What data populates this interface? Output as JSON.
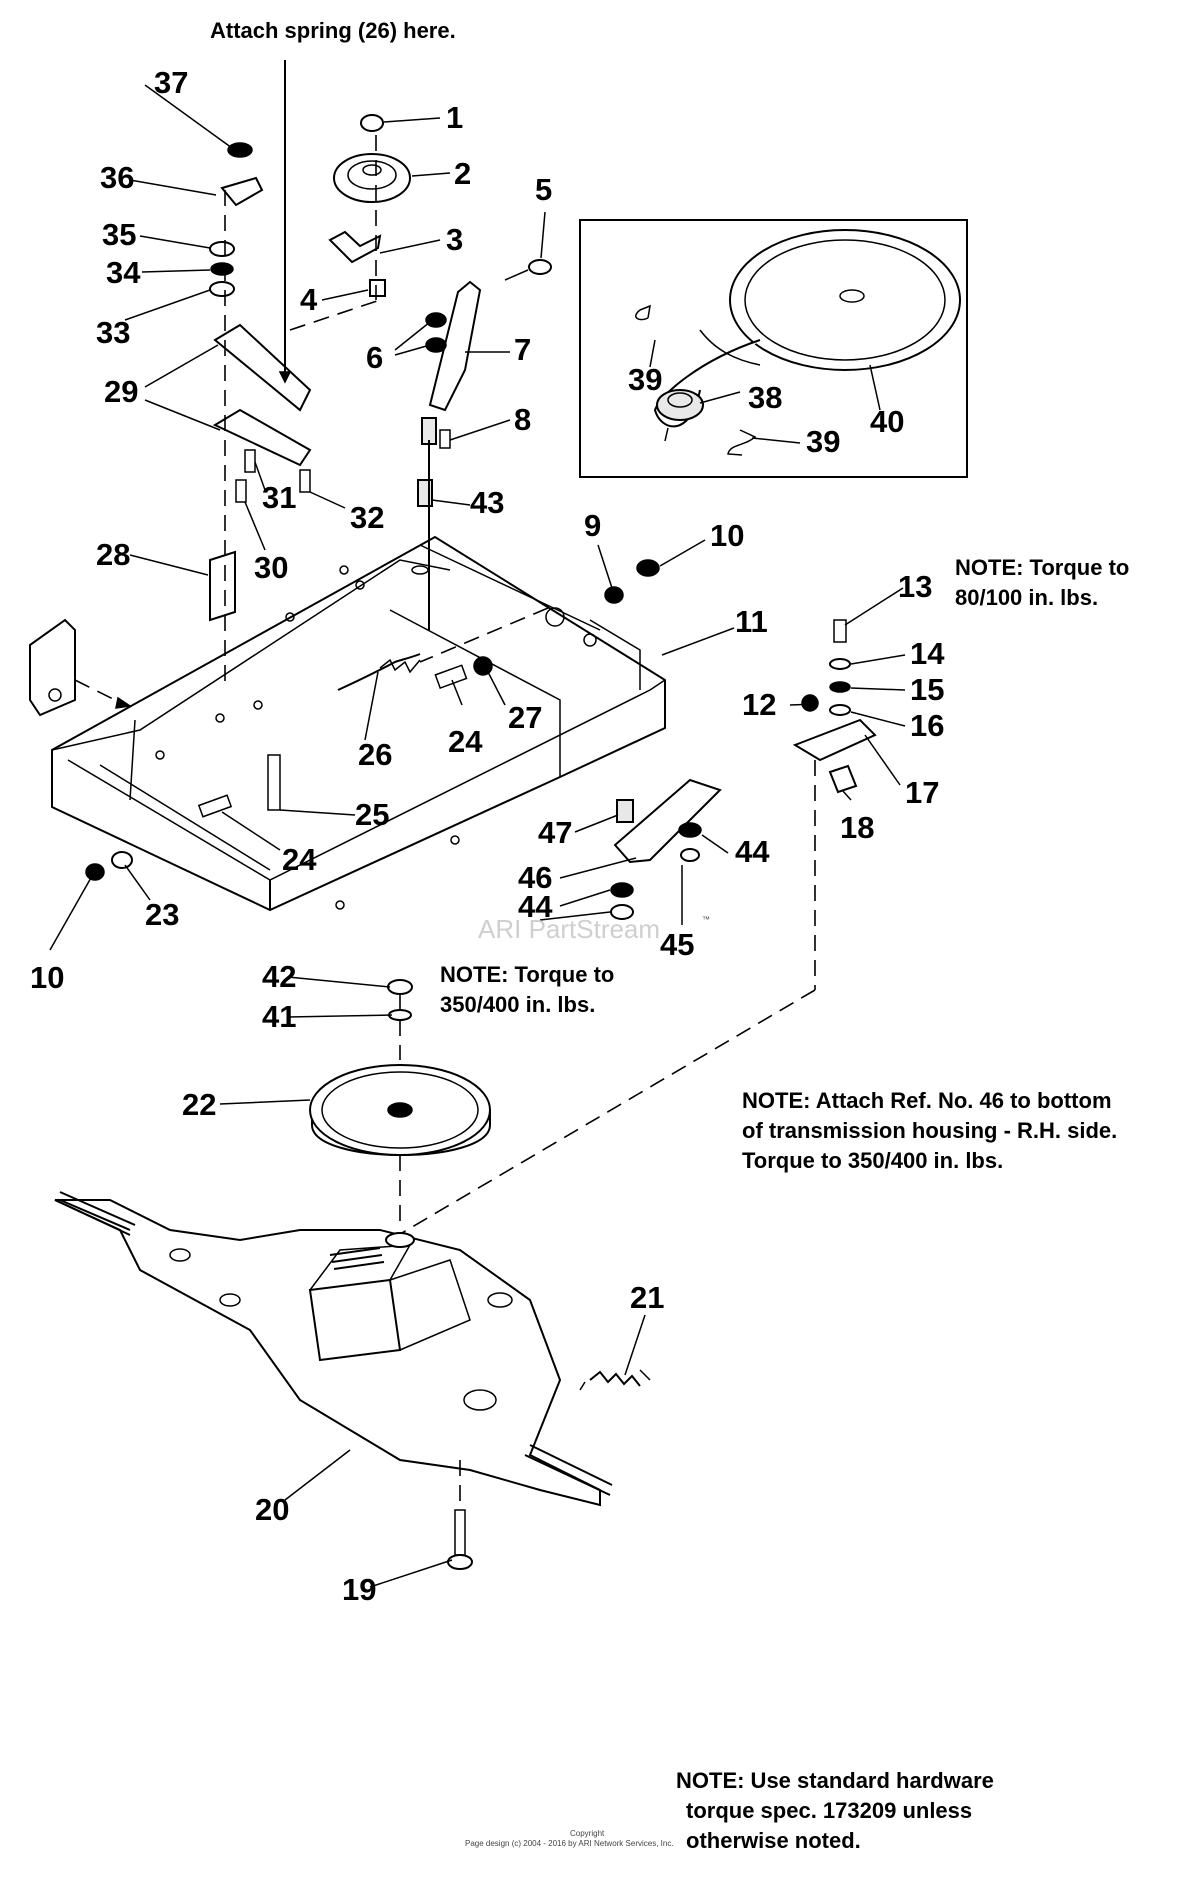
{
  "notes": {
    "attach_spring": "Attach spring (26) here.",
    "torque_80": [
      "NOTE: Torque to",
      "80/100 in. lbs."
    ],
    "torque_350": [
      "NOTE: Torque to",
      "350/400 in. lbs."
    ],
    "attach_ref46": [
      "NOTE: Attach Ref. No. 46 to bottom",
      "of transmission housing - R.H. side.",
      "Torque to 350/400 in. lbs."
    ],
    "standard_hw": [
      "NOTE: Use standard hardware",
      "torque spec. 173209 unless",
      "otherwise noted."
    ]
  },
  "watermark": "ARI PartStream",
  "trademark": "™",
  "copyright": [
    "Copyright",
    "Page design (c) 2004 - 2016 by ARI Network Services, Inc."
  ],
  "callouts": [
    "1",
    "2",
    "3",
    "4",
    "5",
    "6",
    "7",
    "8",
    "9",
    "10",
    "11",
    "12",
    "13",
    "14",
    "15",
    "16",
    "17",
    "18",
    "19",
    "20",
    "21",
    "22",
    "23",
    "24",
    "25",
    "26",
    "27",
    "28",
    "29",
    "30",
    "31",
    "32",
    "33",
    "34",
    "35",
    "36",
    "37",
    "38",
    "39",
    "40",
    "41",
    "42",
    "43",
    "44",
    "45",
    "46",
    "47"
  ]
}
